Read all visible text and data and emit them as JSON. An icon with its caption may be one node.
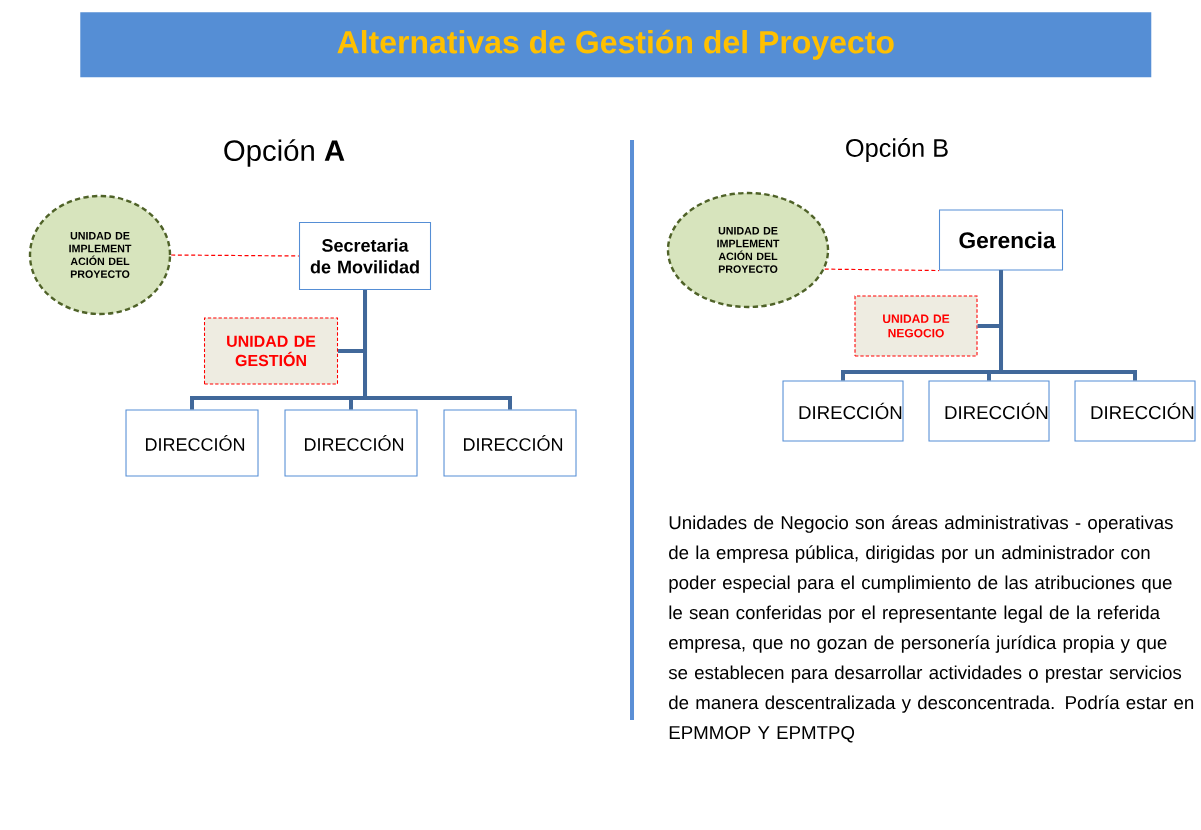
{
  "diagram": {
    "title": "Alternativas de Gestión del Proyecto",
    "nodes": [
      {
        "text": [
          "UNIDAD DE IMPLEMENT ACIÓN DEL PROYECTO"
        ]
      },
      {
        "text": [
          "Secretaria de Movilidad"
        ]
      },
      {
        "text": [
          "UNIDAD DE GESTIÓN"
        ]
      },
      {
        "text": [
          "DIRECCIÓN"
        ]
      },
      {
        "text": [
          "DIRECCIÓN"
        ]
      },
      {
        "text": [
          "DIRECCIÓN"
        ]
      },
      {
        "text": [
          "UNIDAD DE IMPLEMENT ACIÓN DEL PROYECTO"
        ]
      },
      {
        "text": [
          "Gerencia"
        ]
      },
      {
        "text": [
          "UNIDAD DE NEGOCIO"
        ]
      },
      {
        "text": [
          "DIRECCIÓN"
        ]
      },
      {
        "text": [
          "DIRECCIÓN"
        ]
      },
      {
        "text": [
          "DIRECCIÓN"
        ]
      }
    ],
    "edges": [
      {
        "from": 0,
        "to": 1,
        "arrow": "none",
        "style": "dashed",
        "color": "#ff0000"
      },
      {
        "from": 1,
        "to": 2,
        "arrow": "none"
      },
      {
        "from": 1,
        "to": 3,
        "arrow": "none"
      },
      {
        "from": 1,
        "to": 4,
        "arrow": "none"
      },
      {
        "from": 1,
        "to": 5,
        "arrow": "none"
      },
      {
        "from": 6,
        "to": 7,
        "arrow": "none",
        "style": "dashed",
        "color": "#ff0000"
      },
      {
        "from": 7,
        "to": 8,
        "arrow": "none"
      },
      {
        "from": 7,
        "to": 9,
        "arrow": "none"
      },
      {
        "from": 7,
        "to": 10,
        "arrow": "none"
      },
      {
        "from": 7,
        "to": 11,
        "arrow": "none"
      }
    ],
    "labels": [
      "Opción **A**",
      "Opción B",
      "Unidades de Negocio son áreas administrativas - operativas de la empresa pública, dirigidas por un administrador con poder especial para el cumplimiento de las atribuciones que le sean conferidas por el representante legal de la referida empresa, que no gozan de personería jurídica propia y que se establecen para desarrollar actividades o prestar servicios de manera descentralizada y desconcentrada. Podría estar en EPMMOP Y EPMTPQ"
    ]
  }
}
